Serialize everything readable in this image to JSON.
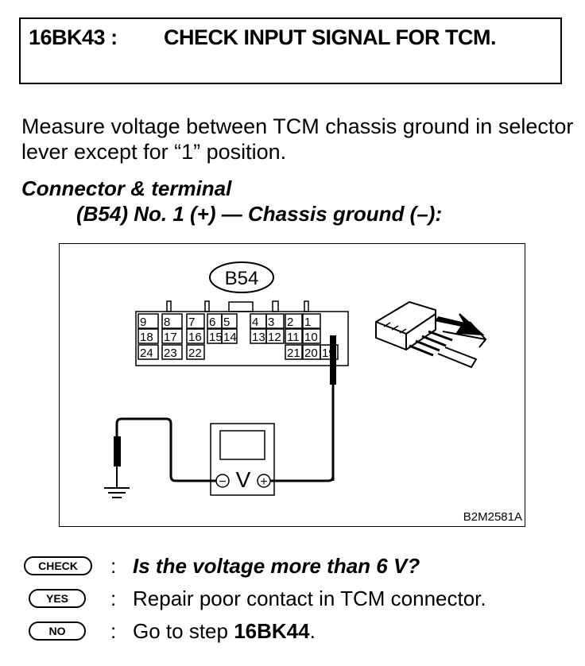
{
  "header": {
    "step_id": "16BK43 :",
    "title": "CHECK INPUT SIGNAL FOR TCM."
  },
  "instruction": "Measure voltage between TCM chassis ground in selector lever except for “1” position.",
  "connector": {
    "heading": "Connector & terminal",
    "detail": "(B54) No. 1 (+) — Chassis ground (–):"
  },
  "figure": {
    "connector_label": "B54",
    "figure_code": "B2M2581A",
    "terminals_row1": [
      "9",
      "8",
      "7",
      "6",
      "5",
      "4",
      "3",
      "2",
      "1"
    ],
    "terminals_row2": [
      "18",
      "17",
      "16",
      "15",
      "14",
      "13",
      "12",
      "11",
      "10"
    ],
    "terminals_row3": [
      "24",
      "23",
      "22",
      "21",
      "20",
      "19"
    ],
    "meter_symbol": "V",
    "meter_minus": "−",
    "meter_plus": "+"
  },
  "results": {
    "check_badge": "CHECK",
    "check_text": "Is the voltage more than 6 V?",
    "yes_badge": "YES",
    "yes_text": "Repair poor contact in TCM connector.",
    "no_badge": "NO",
    "no_text_prefix": "Go to step ",
    "no_text_step": "16BK44",
    "no_text_suffix": "."
  }
}
